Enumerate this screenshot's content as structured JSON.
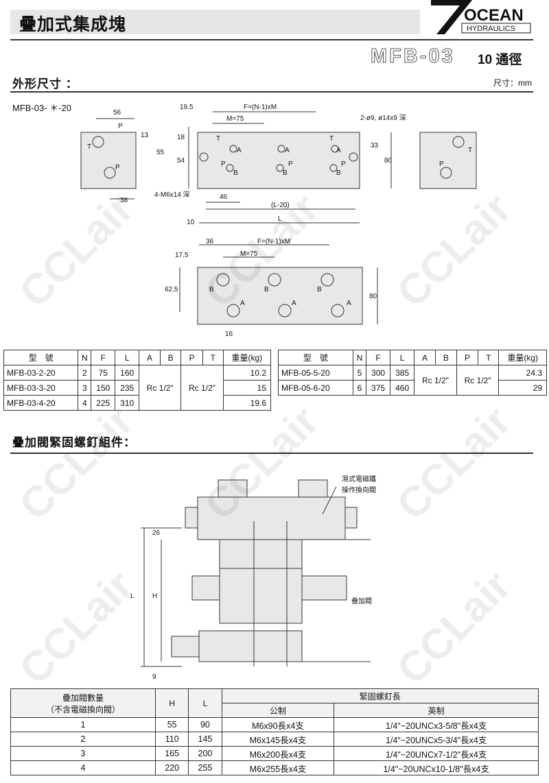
{
  "header": {
    "title": "疊加式集成塊",
    "logo_main": "OCEAN",
    "logo_sub": "HYDRAULICS",
    "logo_mark": "7"
  },
  "model": {
    "name": "MFB-03",
    "bore": "10 通徑"
  },
  "section1": {
    "title": "外形尺寸 ：",
    "unit": "尺寸：mm",
    "subtitle": "MFB-03- ＊-20"
  },
  "drawing_top": {
    "labels": [
      "56",
      "13",
      "55",
      "38",
      "P",
      "T",
      "P",
      "19.5",
      "F=(N-1)xM",
      "M=75",
      "18",
      "54",
      "T",
      "A",
      "P",
      "B",
      "A",
      "P",
      "B",
      "T",
      "A",
      "P",
      "B",
      "4-M6x14 深",
      "46",
      "10",
      "(L-20)",
      "L",
      "2-ø9, ø14x9 深",
      "33",
      "80",
      "T",
      "P"
    ]
  },
  "drawing_mid": {
    "labels": [
      "36",
      "F=(N-1)xM",
      "17.5",
      "M=75",
      "62.5",
      "B",
      "B",
      "B",
      "A",
      "A",
      "A",
      "80",
      "16"
    ]
  },
  "table1": {
    "headers": [
      "型　號",
      "N",
      "F",
      "L",
      "A",
      "B",
      "P",
      "T",
      "重量(kg)"
    ],
    "rows": [
      {
        "model": "MFB-03-2-20",
        "n": "2",
        "f": "75",
        "l": "160",
        "weight": "10.2"
      },
      {
        "model": "MFB-03-3-20",
        "n": "3",
        "f": "150",
        "l": "235",
        "weight": "15"
      },
      {
        "model": "MFB-03-4-20",
        "n": "4",
        "f": "225",
        "l": "310",
        "weight": "19.6"
      }
    ],
    "ab": "Rc 1/2\"",
    "pt": "Rc 1/2\""
  },
  "table2": {
    "headers": [
      "型　號",
      "N",
      "F",
      "L",
      "A",
      "B",
      "P",
      "T",
      "重量(kg)"
    ],
    "rows": [
      {
        "model": "MFB-05-5-20",
        "n": "5",
        "f": "300",
        "l": "385",
        "weight": "24.3"
      },
      {
        "model": "MFB-05-6-20",
        "n": "6",
        "f": "375",
        "l": "460",
        "weight": "29"
      }
    ],
    "ab": "Rc 1/2\"",
    "pt": "Rc 1/2\""
  },
  "section2": {
    "title": "疊加閥緊固螺釘組件："
  },
  "assembly": {
    "callout1": "濕式電磁鐵",
    "callout2": "操作換向閥",
    "stack_label": "疊加閥",
    "dim_26": "26",
    "dim_L": "L",
    "dim_H": "H",
    "dim_9": "9"
  },
  "table3": {
    "h_count": "疊加閥數量",
    "h_count_sub": "（不含電磁換向閥）",
    "h_H": "H",
    "h_L": "L",
    "h_bolt": "緊固螺釘長",
    "h_metric": "公制",
    "h_imperial": "英制",
    "rows": [
      {
        "count": "1",
        "h": "55",
        "l": "90",
        "metric": "M6x90長x4支",
        "imperial": "1/4\"~20UNCx3-5/8\"長x4支"
      },
      {
        "count": "2",
        "h": "110",
        "l": "145",
        "metric": "M6x145長x4支",
        "imperial": "1/4\"~20UNCx5-3/4\"長x4支"
      },
      {
        "count": "3",
        "h": "165",
        "l": "200",
        "metric": "M6x200長x4支",
        "imperial": "1/4\"~20UNCx7-1/2\"長x4支"
      },
      {
        "count": "4",
        "h": "220",
        "l": "255",
        "metric": "M6x255長x4支",
        "imperial": "1/4\"~20UNCx10-1/8\"長x4支"
      }
    ]
  },
  "watermark": "CCLair"
}
